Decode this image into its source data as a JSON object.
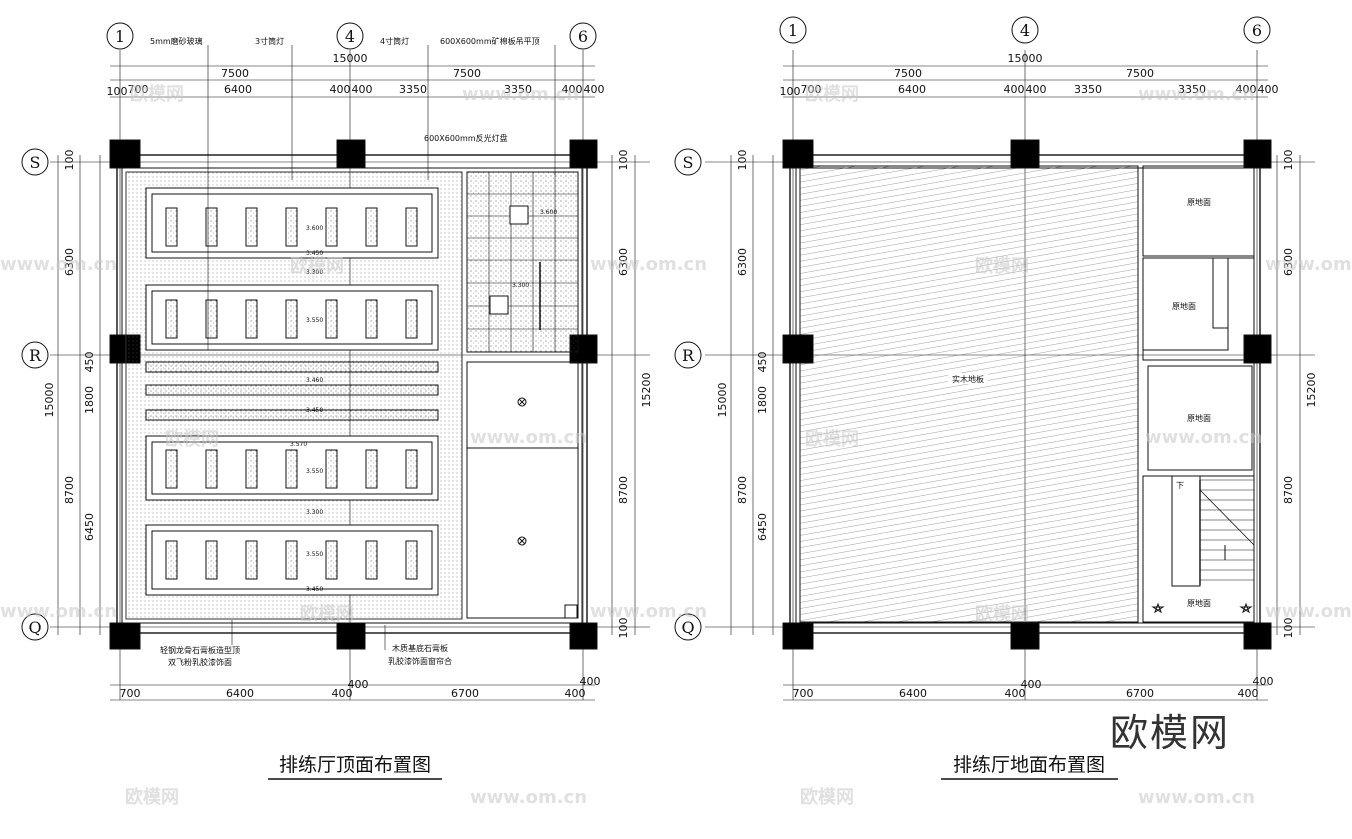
{
  "ceiling_plan": {
    "title": "排练厅顶面布置图",
    "axes_top": [
      "1",
      "4",
      "6"
    ],
    "axes_side": [
      "S",
      "R",
      "Q"
    ],
    "top_notes": [
      "5mm磨砂玻璃",
      "3寸筒灯",
      "4寸筒灯",
      "600X600mm矿棉板吊平顶"
    ],
    "light_panel_note": "600X600mm反光灯盘",
    "bottom_note_1_line1": "轻钢龙骨石膏板造型顶",
    "bottom_note_1_line2": "双飞粉乳胶漆饰面",
    "bottom_note_2_line1": "木质基底石膏板",
    "bottom_note_2_line2": "乳胶漆饰面窗帘合",
    "elevations": [
      "3.600",
      "3.450",
      "3.300",
      "3.550",
      "3.460",
      "3.450",
      "3.570",
      "3.550",
      "3.300",
      "3.550",
      "3.450",
      "3.600",
      "3.300"
    ]
  },
  "floor_plan": {
    "title": "排练厅地面布置图",
    "axes_top": [
      "1",
      "4",
      "6"
    ],
    "axes_side": [
      "S",
      "R",
      "Q"
    ],
    "main_floor": "实木地板",
    "room_label": "原地面",
    "stair_label": "下"
  },
  "dimensions": {
    "total": "15000",
    "halves": [
      "7500",
      "7500"
    ],
    "top_segments": [
      "100",
      "700",
      "6400",
      "400",
      "400",
      "3350",
      "3350",
      "400",
      "400"
    ],
    "bottom_segments": [
      "700",
      "6400",
      "400",
      "400",
      "6700",
      "400",
      "400"
    ],
    "left_segments": [
      "100",
      "6300",
      "450",
      "1800",
      "8700",
      "6450"
    ],
    "left_total": "15000",
    "right_segments": [
      "100",
      "6300",
      "8700",
      "100"
    ],
    "right_total": "15200"
  },
  "watermarks": {
    "logo_text": "欧模网",
    "site": "www.om.cn"
  }
}
